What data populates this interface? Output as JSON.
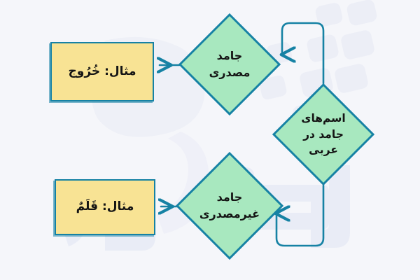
{
  "diagram": {
    "title": "اسم‌های جامد در عربی",
    "language": "fa",
    "direction": "rtl",
    "background_color": "#f5f6fa",
    "node_fill_green": "#a8e8bf",
    "node_fill_yellow": "#f8e394",
    "node_stroke": "#1682a4",
    "connector_color": "#1682a4",
    "text_color": "#141414",
    "nodes": [
      {
        "id": "root",
        "shape": "diamond",
        "label": "اسم‌های جامد در عربی",
        "lines": [
          "اسم‌های",
          "جامد در",
          "عربی"
        ],
        "fill": "#a8e8bf"
      },
      {
        "id": "masdari",
        "shape": "diamond",
        "label": "جامد مصدری",
        "lines": [
          "جامد",
          "مصدری"
        ],
        "fill": "#a8e8bf"
      },
      {
        "id": "ghayr-masdari",
        "shape": "diamond",
        "label": "جامد غیرمصدری",
        "lines": [
          "جامد",
          "غیرمصدری"
        ],
        "fill": "#a8e8bf"
      },
      {
        "id": "example-khoruj",
        "shape": "rectangle",
        "label": "مثال: خُرُوج",
        "fill": "#f8e394"
      },
      {
        "id": "example-qalam",
        "shape": "rectangle",
        "label": "مثال: قَلَمٌ",
        "fill": "#f8e394"
      }
    ],
    "edges": [
      {
        "from": "root",
        "to": "masdari",
        "style": "elbow",
        "arrow": "down"
      },
      {
        "from": "root",
        "to": "ghayr-masdari",
        "style": "elbow",
        "arrow": "up"
      },
      {
        "from": "masdari",
        "to": "example-khoruj",
        "style": "straight",
        "arrow": "left"
      },
      {
        "from": "ghayr-masdari",
        "to": "example-qalam",
        "style": "straight",
        "arrow": "left"
      }
    ]
  }
}
